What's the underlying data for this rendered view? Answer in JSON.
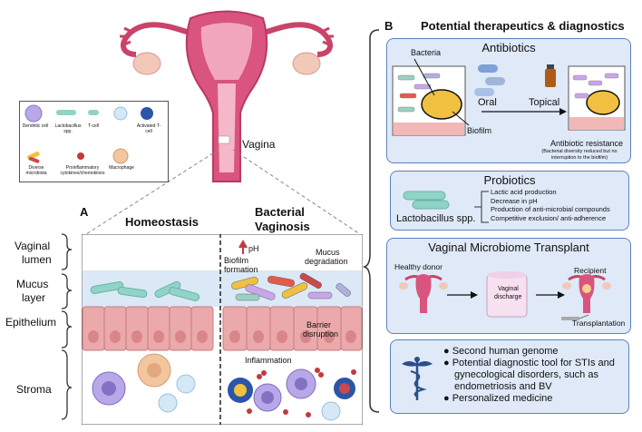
{
  "anatomy": {
    "vagina_label": "Vagina"
  },
  "legend": {
    "items": [
      {
        "label": "Dendritic cell"
      },
      {
        "label": "Lactobacillus spp."
      },
      {
        "label": "T-cell"
      },
      {
        "label": "Activated T-cell"
      },
      {
        "label": "Diverse microbiota"
      },
      {
        "label": "Proinflammatory cytokines/chemokines"
      },
      {
        "label": "Macrophage"
      }
    ]
  },
  "panel_a": {
    "letter": "A",
    "homeostasis": "Homeostasis",
    "bv_line1": "Bacterial",
    "bv_line2": "Vaginosis",
    "layers": {
      "lumen1": "Vaginal",
      "lumen2": "lumen",
      "mucus1": "Mucus",
      "mucus2": "layer",
      "epithelium": "Epithelium",
      "stroma": "Stroma"
    },
    "ph": "pH",
    "biofilm1": "Biofilm",
    "biofilm2": "formation",
    "mucus_deg1": "Mucus",
    "mucus_deg2": "degradation",
    "barrier1": "Barrier",
    "barrier2": "disruption",
    "inflammation": "Inflammation"
  },
  "panel_b": {
    "letter": "B",
    "title": "Potential therapeutics & diagnostics",
    "antibiotics": {
      "title": "Antibiotics",
      "bacteria": "Bacteria",
      "oral": "Oral",
      "topical": "Topical",
      "biofilm": "Biofilm",
      "resistance": "Antibiotic resistance",
      "resistance_note": "(Bacterial diversity reduced but no interruption to the biofilm)"
    },
    "probiotics": {
      "title": "Probiotics",
      "organism": "Lactobacillus spp.",
      "effects": [
        "Lactic acid production",
        "Decrease in pH",
        "Production of anti-microbial compounds",
        "Competitive exclusion/ anti-adherence"
      ]
    },
    "transplant": {
      "title": "Vaginal Microbiome Transplant",
      "donor": "Healthy donor",
      "discharge1": "Vaginal",
      "discharge2": "discharge",
      "recipient": "Recipient",
      "transplantation": "Transplantation"
    },
    "diagnostics": {
      "b1": "Second human genome",
      "b2a": "Potential diagnostic tool for STIs and",
      "b2b": "gynecological disorders, such as",
      "b2c": "endometriosis and BV",
      "b3": "Personalized medicine"
    }
  }
}
